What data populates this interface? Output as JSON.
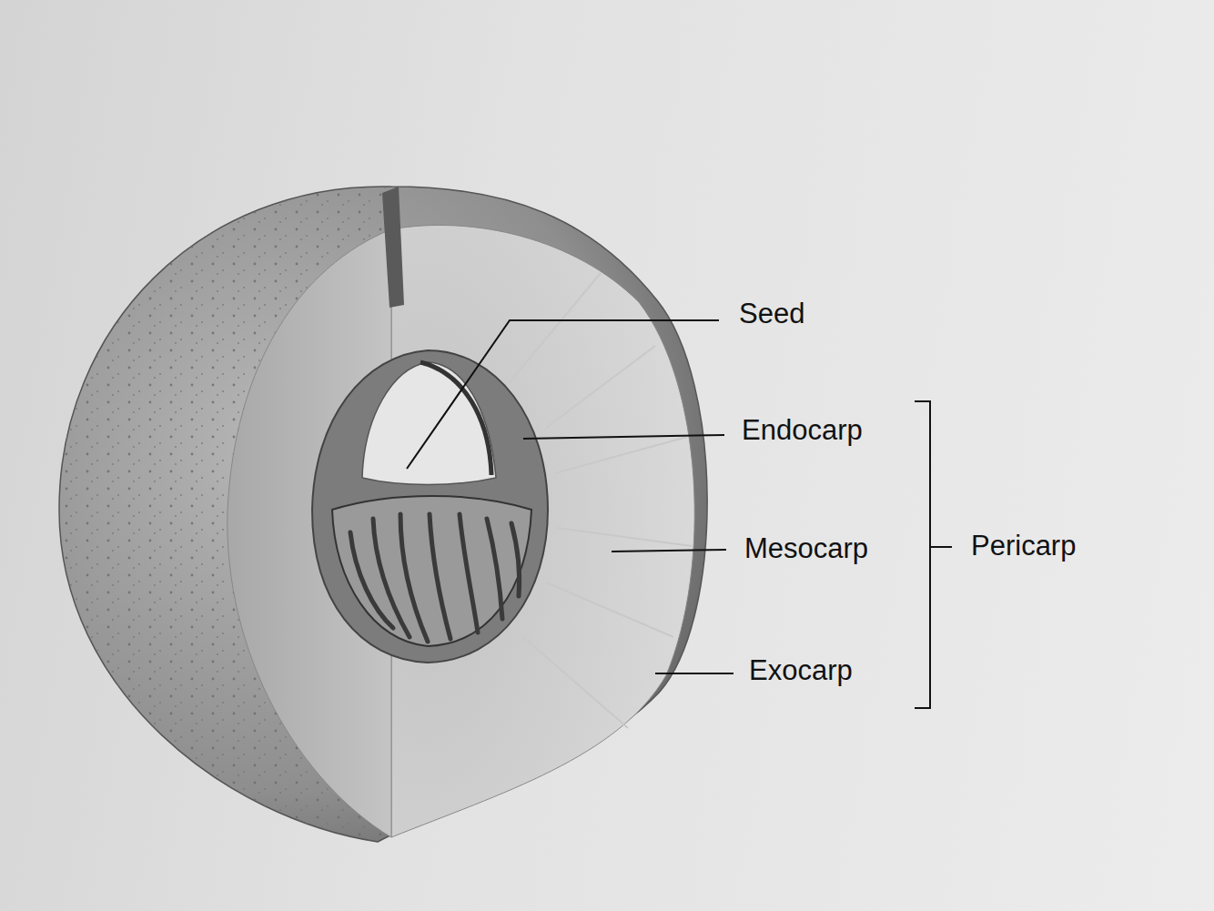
{
  "diagram": {
    "labels": [
      "Seed",
      "Endocarp",
      "Mesocarp",
      "Exocarp",
      "Pericarp"
    ]
  }
}
